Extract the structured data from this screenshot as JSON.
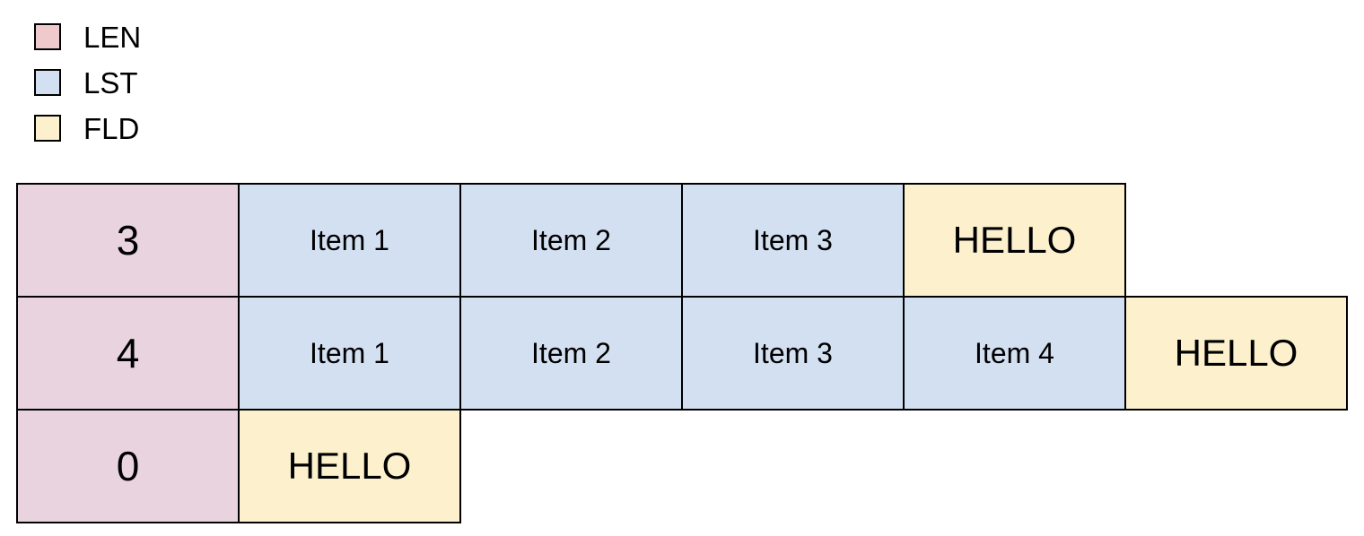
{
  "legend": {
    "items": [
      {
        "id": "len",
        "label": "LEN",
        "color": "#eecacc"
      },
      {
        "id": "lst",
        "label": "LST",
        "color": "#d3e0f2"
      },
      {
        "id": "fld",
        "label": "FLD",
        "color": "#fcf0cd"
      }
    ]
  },
  "colors": {
    "LEN": "#e8d3de",
    "LST": "#d3e0f2",
    "FLD": "#fcf0cd",
    "border": "#000000",
    "text": "#000000",
    "background": "#ffffff"
  },
  "diagram": {
    "rows": [
      {
        "cells": [
          {
            "type": "LEN",
            "text": "3"
          },
          {
            "type": "LST",
            "text": "Item 1"
          },
          {
            "type": "LST",
            "text": "Item 2"
          },
          {
            "type": "LST",
            "text": "Item 3"
          },
          {
            "type": "FLD",
            "text": "HELLO"
          }
        ]
      },
      {
        "cells": [
          {
            "type": "LEN",
            "text": "4"
          },
          {
            "type": "LST",
            "text": "Item 1"
          },
          {
            "type": "LST",
            "text": "Item 2"
          },
          {
            "type": "LST",
            "text": "Item 3"
          },
          {
            "type": "LST",
            "text": "Item 4"
          },
          {
            "type": "FLD",
            "text": "HELLO"
          }
        ]
      },
      {
        "cells": [
          {
            "type": "LEN",
            "text": "0"
          },
          {
            "type": "FLD",
            "text": "HELLO"
          }
        ]
      }
    ]
  }
}
